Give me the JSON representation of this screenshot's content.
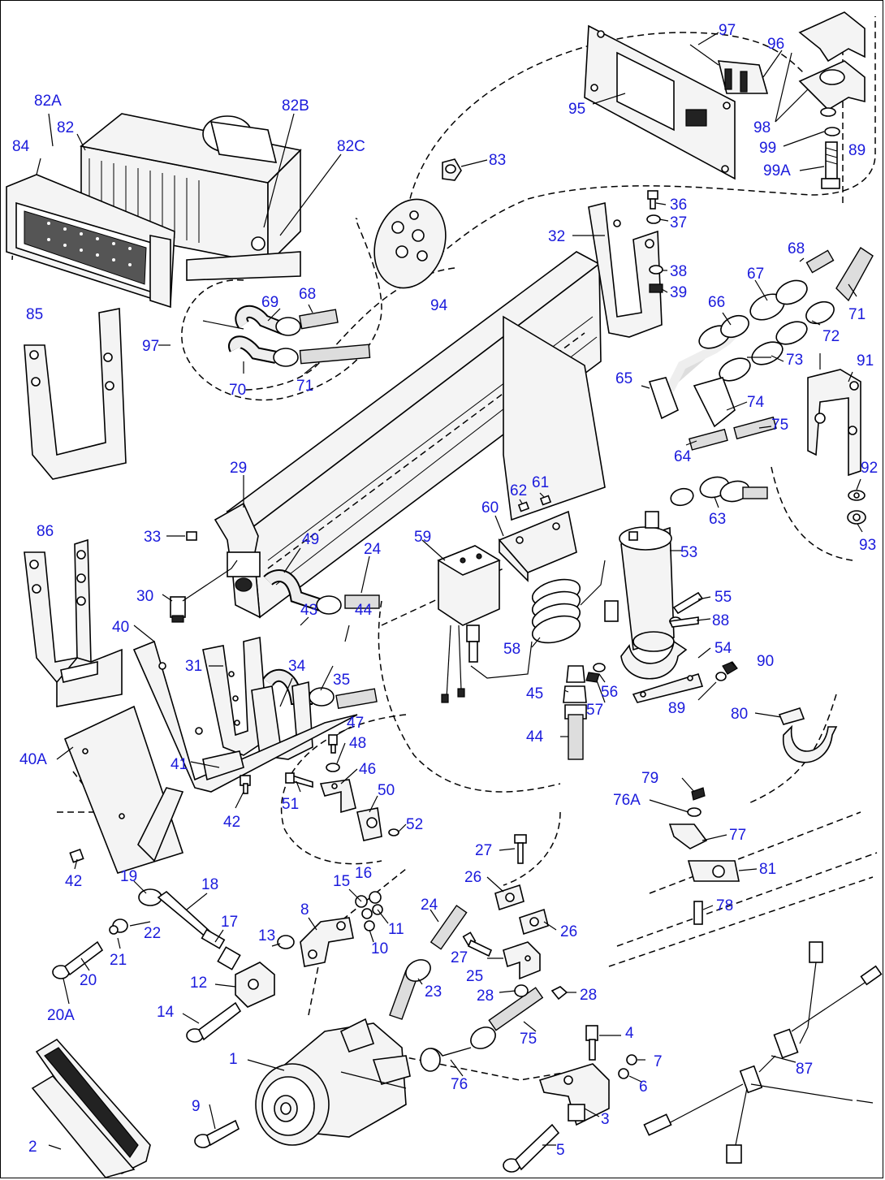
{
  "labels": {
    "l97a": "97",
    "l96": "96",
    "l95": "95",
    "l98": "98",
    "l99": "99",
    "l89a": "89",
    "l99A": "99A",
    "l82A": "82A",
    "l82": "82",
    "l82B": "82B",
    "l82C": "82C",
    "l84": "84",
    "l83": "83",
    "l36": "36",
    "l37": "37",
    "l32": "32",
    "l68a": "68",
    "l38": "38",
    "l39": "39",
    "l67": "67",
    "l66": "66",
    "l71a": "71",
    "l72": "72",
    "l73": "73",
    "l91": "91",
    "l85": "85",
    "l97b": "97",
    "l69": "69",
    "l68b": "68",
    "l94": "94",
    "l70": "70",
    "l71b": "71",
    "l65": "65",
    "l74": "74",
    "l75a": "75",
    "l64": "64",
    "l29": "29",
    "l92": "92",
    "l63": "63",
    "l93": "93",
    "l62": "62",
    "l61": "61",
    "l86": "86",
    "l33": "33",
    "l49": "49",
    "l24a": "24",
    "l60": "60",
    "l59": "59",
    "l53": "53",
    "l30": "30",
    "l55": "55",
    "l43": "43",
    "l44a": "44",
    "l40": "40",
    "l88": "88",
    "l54": "54",
    "l58": "58",
    "l31": "31",
    "l34": "34",
    "l35": "35",
    "l90": "90",
    "l45": "45",
    "l56": "56",
    "l57": "57",
    "l89b": "89",
    "l80": "80",
    "l47": "47",
    "l44b": "44",
    "l40A": "40A",
    "l48": "48",
    "l41": "41",
    "l46": "46",
    "l79": "79",
    "l76A": "76A",
    "l51": "51",
    "l50": "50",
    "l42a": "42",
    "l52": "52",
    "l77": "77",
    "l42b": "42",
    "l27a": "27",
    "l19": "19",
    "l18": "18",
    "l15": "15",
    "l16": "16",
    "l26a": "26",
    "l81": "81",
    "l17": "17",
    "l22": "22",
    "l13": "13",
    "l8": "8",
    "l11": "11",
    "l24b": "24",
    "l78": "78",
    "l26b": "26",
    "l21": "21",
    "l10": "10",
    "l27b": "27",
    "l20": "20",
    "l12": "12",
    "l25": "25",
    "l23": "23",
    "l28a": "28",
    "l28b": "28",
    "l20A": "20A",
    "l14": "14",
    "l75b": "75",
    "l4": "4",
    "l1": "1",
    "l7": "7",
    "l87": "87",
    "l6": "6",
    "l76": "76",
    "l9": "9",
    "l3": "3",
    "l2": "2",
    "l5": "5"
  },
  "callout_color": "#1a1adc",
  "line_color": "#000000",
  "background": "#ffffff"
}
